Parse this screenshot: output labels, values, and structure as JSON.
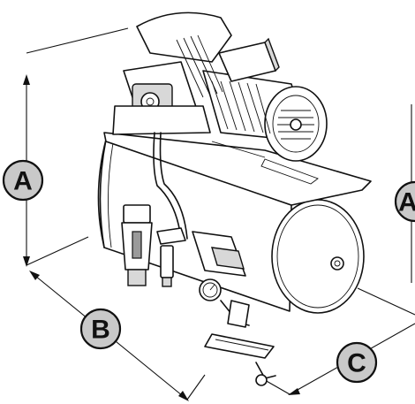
{
  "labels": {
    "dimension_height": "A",
    "dimension_length": "B",
    "dimension_depth": "C",
    "dimension_height_right": "A"
  }
}
